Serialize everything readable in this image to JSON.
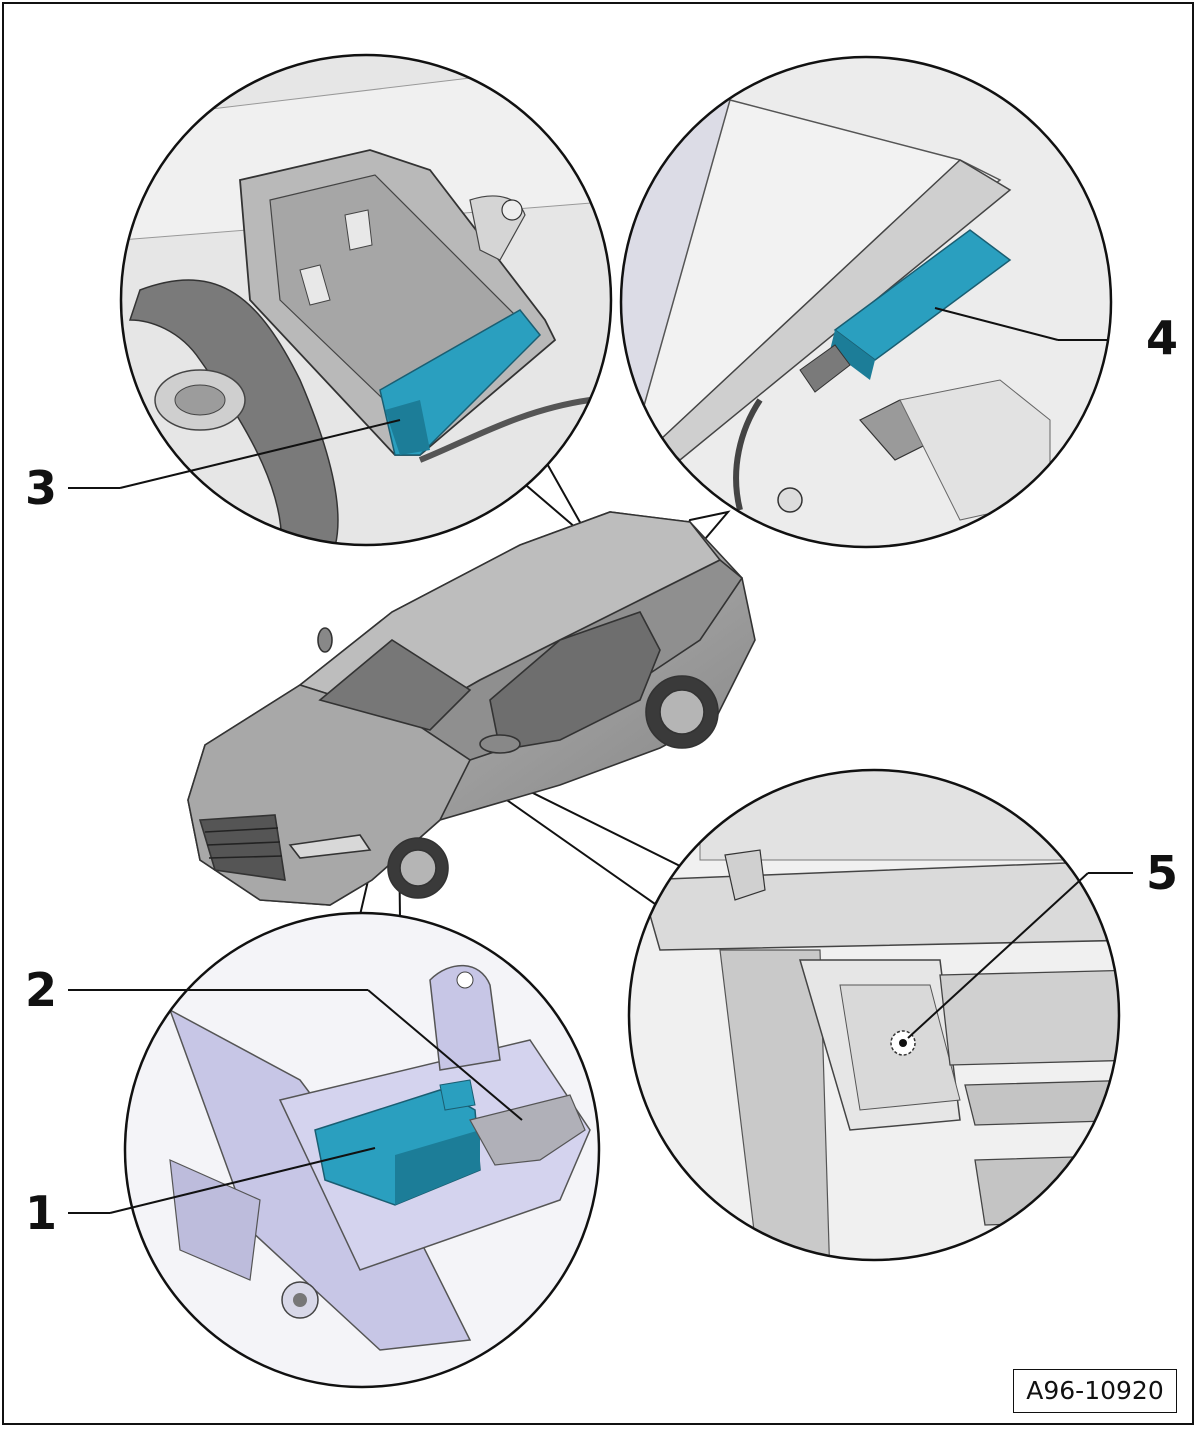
{
  "figure": {
    "reference_code": "A96-10920",
    "callouts": [
      {
        "number": "1"
      },
      {
        "number": "2"
      },
      {
        "number": "3"
      },
      {
        "number": "4"
      },
      {
        "number": "5"
      }
    ]
  },
  "colors": {
    "component_highlight": "#2a9fbf",
    "component_dark": "#1c7d98",
    "bracket_lavender": "#c7c6e6",
    "body_grey": "#9a9a9a",
    "outline": "#111111"
  }
}
